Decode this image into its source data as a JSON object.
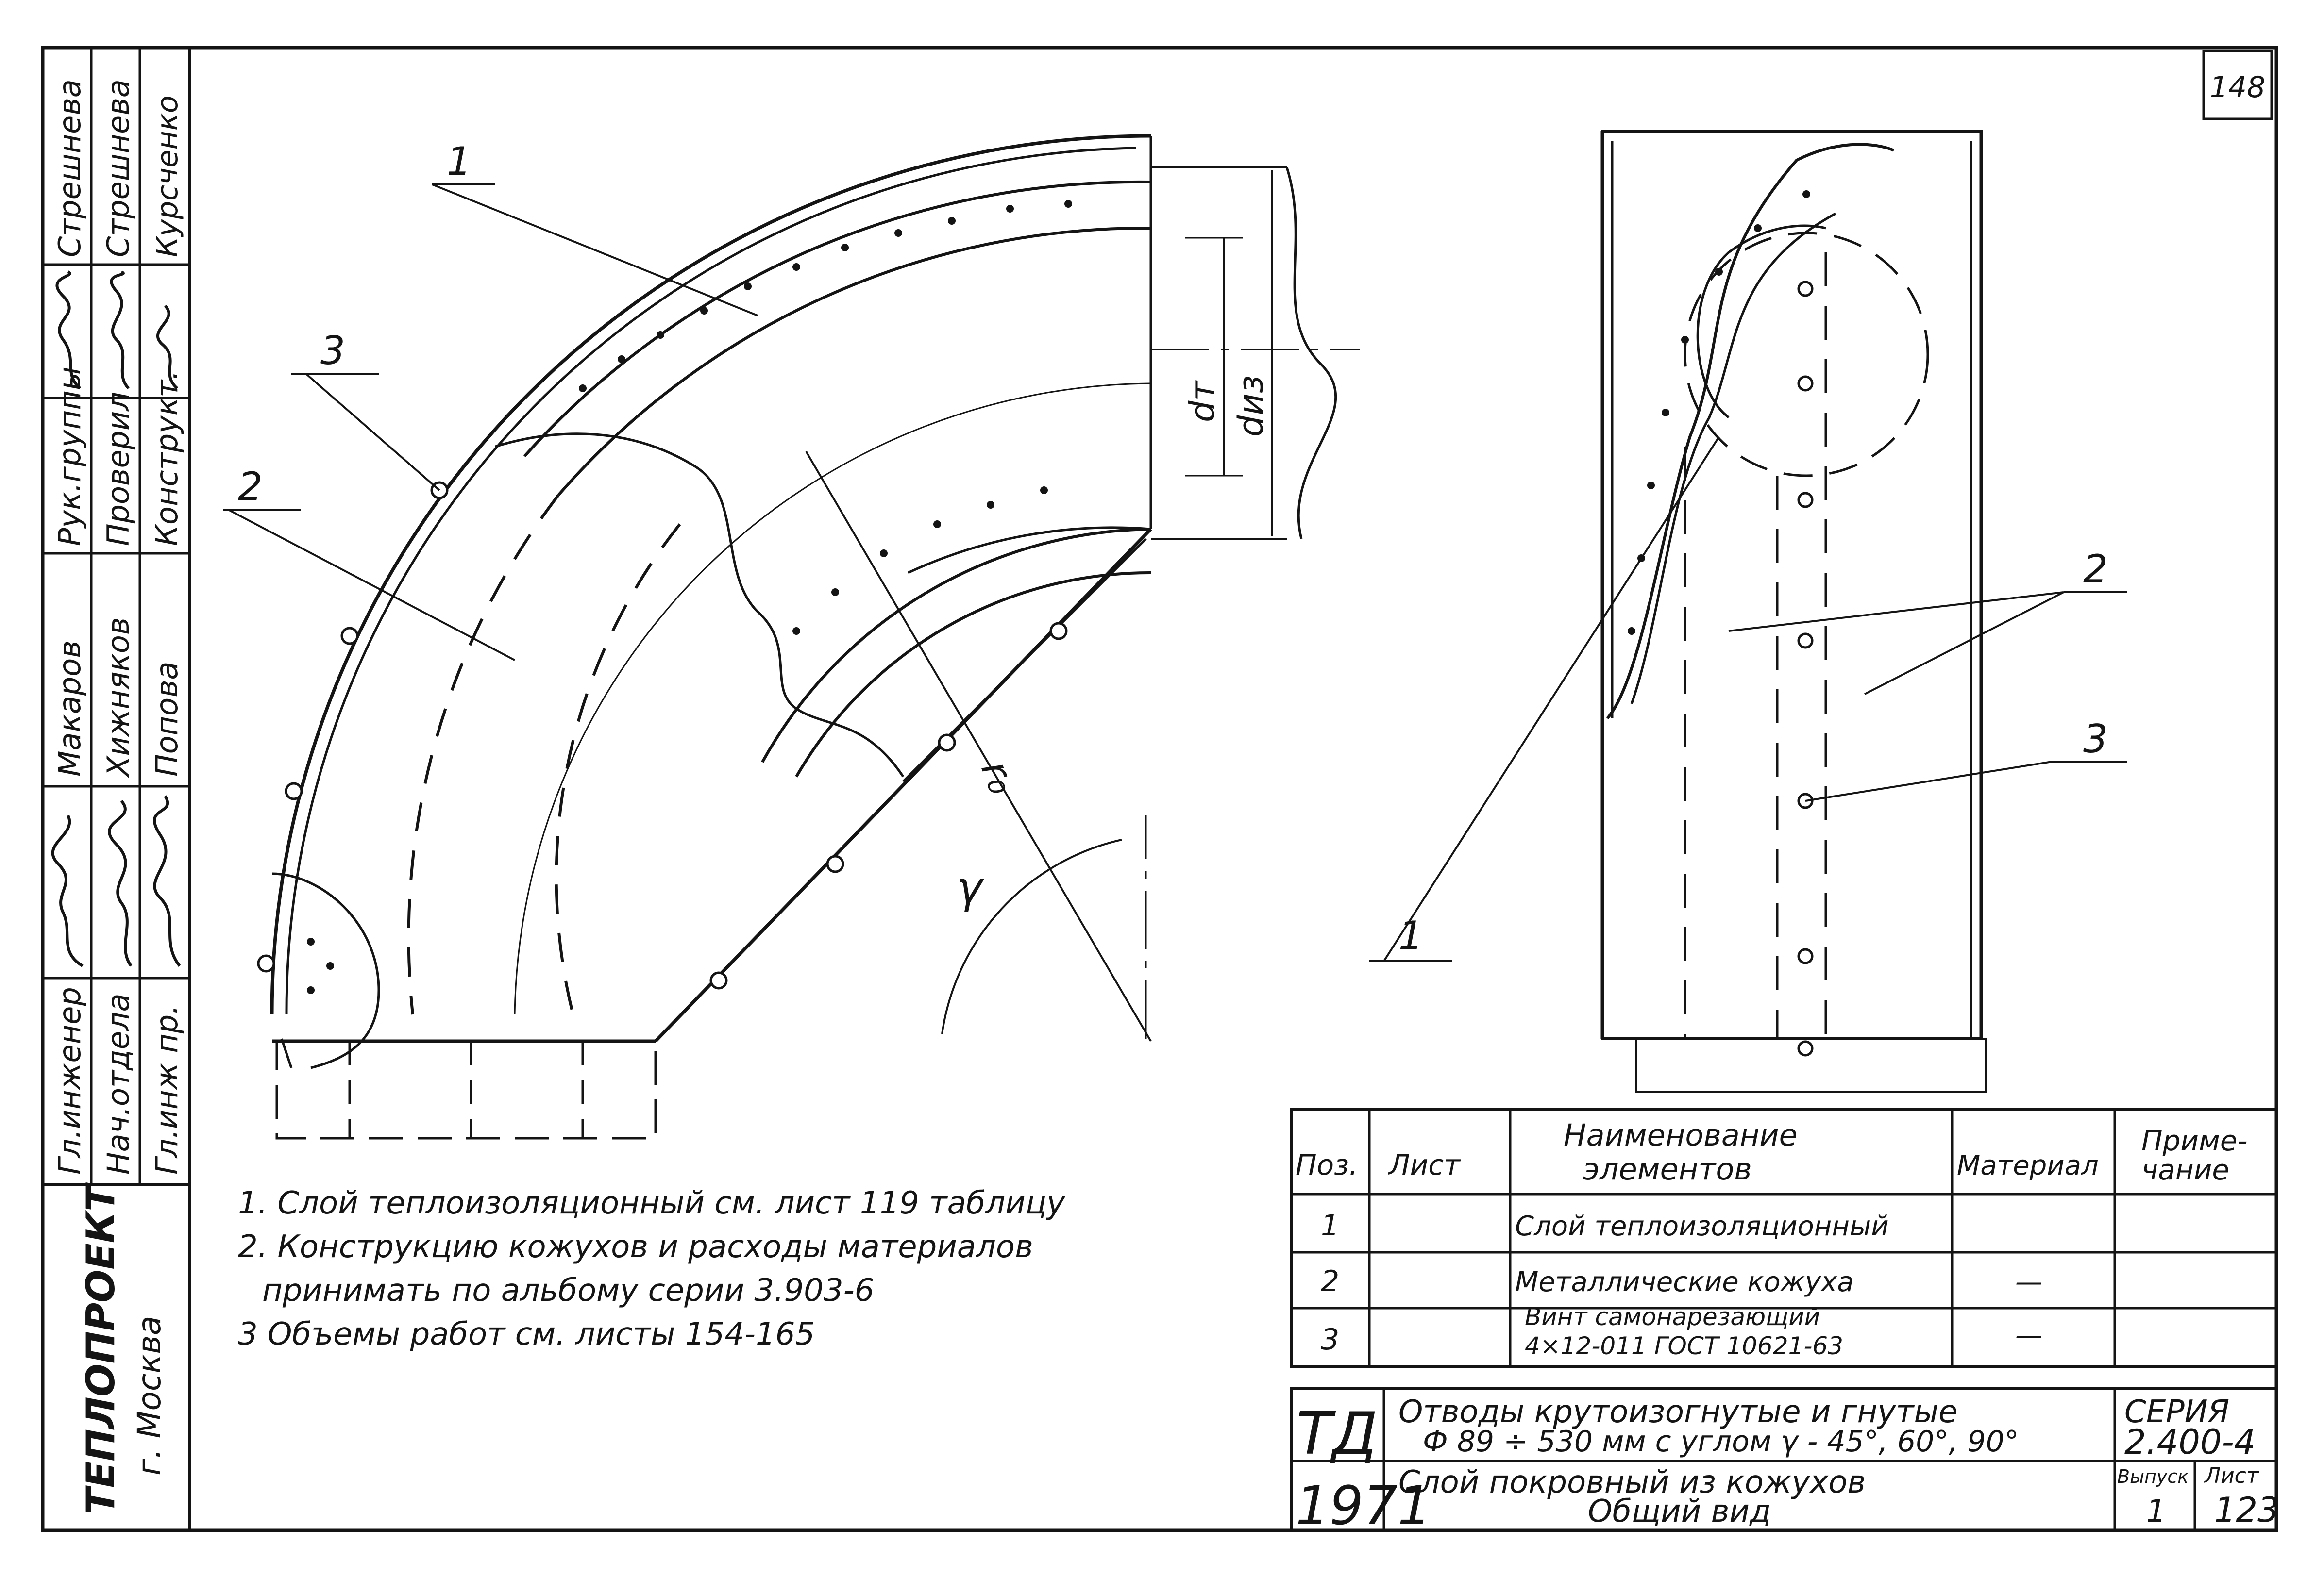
{
  "sheet": {
    "page_number": "148",
    "note_number": "123"
  },
  "org": {
    "name": "ТЕПЛОПРОЕКТ",
    "city": "г. Москва"
  },
  "signatures": {
    "rows": [
      {
        "role": "Гл.инженер",
        "surname": "Макаров",
        "group": "Рук.группы",
        "name2": "Стрешнева"
      },
      {
        "role": "Нач.отдела",
        "surname": "Хижняков",
        "group": "Проверил",
        "name2": "Стрешнева"
      },
      {
        "role": "Гл.инж пр.",
        "surname": "Попова",
        "group": "Конструкт.",
        "name2": "Курсченко"
      }
    ]
  },
  "notes": [
    "1. Слой теплоизоляционный см. лист 119 таблицу",
    "2. Конструкцию кожухов и расходы материалов",
    "принимать по альбому серии 3.903-6",
    "3 Объемы работ см. листы 154-165"
  ],
  "callouts": {
    "left": [
      "1",
      "2",
      "3"
    ],
    "right": [
      "1",
      "2",
      "3"
    ]
  },
  "dimensions": {
    "dt": "dт",
    "diz": "dиз",
    "r0": "r₀",
    "gamma": "γ"
  },
  "table": {
    "headers": {
      "pos": "Поз.",
      "sheet": "Лист",
      "name_line1": "Наименование",
      "name_line2": "элементов",
      "material": "Материал",
      "note_line1": "Приме-",
      "note_line2": "чание"
    },
    "rows": [
      {
        "pos": "1",
        "name": "Слой теплоизоляционный",
        "material": ""
      },
      {
        "pos": "2",
        "name": "Металлические кожуха",
        "material": "—"
      },
      {
        "pos": "3",
        "name": "Винт самонарезающий",
        "name2": "4×12-011 ГОСТ 10621-63",
        "material": "—"
      }
    ]
  },
  "title_block": {
    "td": "ТД",
    "year": "1971",
    "title_line1": "Отводы крутоизогнутые и гнутые",
    "title_line2": "Ф 89 ÷ 530 мм с углом γ - 45°, 60°, 90°",
    "title_line3": "Слой покровный из кожухов",
    "title_line4": "Общий вид",
    "series_label": "СЕРИЯ",
    "series_value": "2.400-4",
    "issue_label": "Выпуск",
    "issue_value": "1",
    "list_label": "Лист",
    "list_value": "123"
  }
}
